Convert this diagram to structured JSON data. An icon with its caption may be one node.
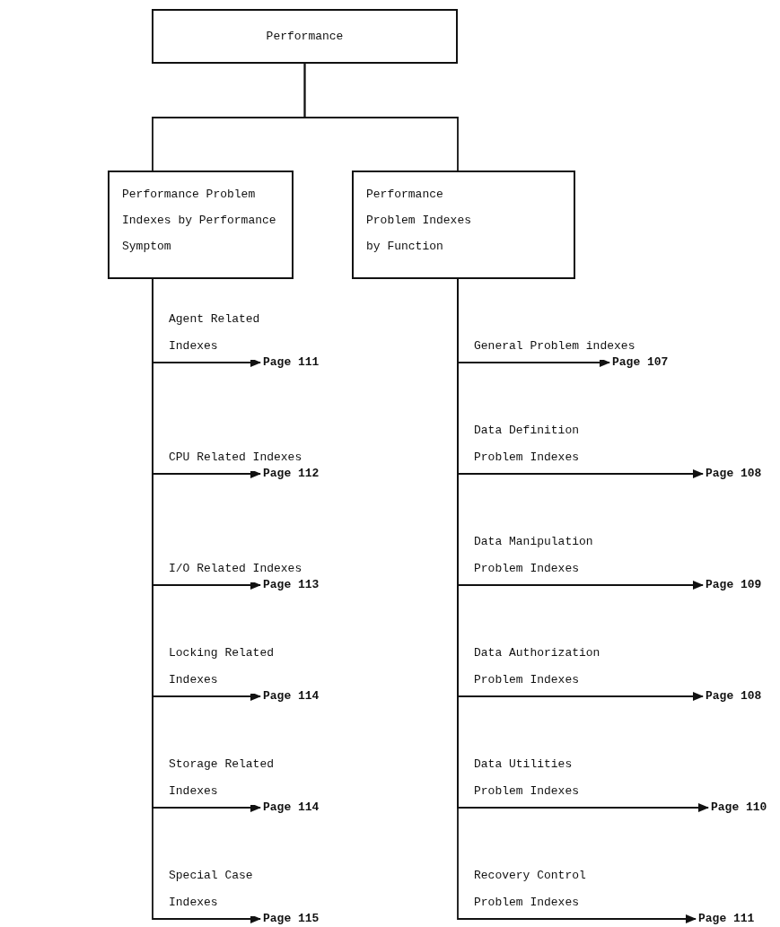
{
  "diagram": {
    "nodes": [
      {
        "text": [
          "Performance"
        ]
      },
      {
        "text": [
          "Performance Problem Indexes by Performance Symptom"
        ]
      },
      {
        "text": [
          "Performance Problem Indexes by Function"
        ]
      },
      {
        "text": [
          "Page 111"
        ]
      },
      {
        "text": [
          "Page 112"
        ]
      },
      {
        "text": [
          "Page 113"
        ]
      },
      {
        "text": [
          "Page 114"
        ]
      },
      {
        "text": [
          "Page 114"
        ]
      },
      {
        "text": [
          "Page 115"
        ]
      },
      {
        "text": [
          "Page 107"
        ]
      },
      {
        "text": [
          "Page 108"
        ]
      },
      {
        "text": [
          "Page 109"
        ]
      },
      {
        "text": [
          "Page 108"
        ]
      },
      {
        "text": [
          "Page 110"
        ]
      },
      {
        "text": [
          "Page 111"
        ]
      }
    ],
    "edges": [
      {
        "from": 0,
        "to": 1,
        "arrow": "none"
      },
      {
        "from": 0,
        "to": 2,
        "arrow": "none"
      },
      {
        "from": 1,
        "to": 3,
        "arrow": "to",
        "label": "Agent Related Indexes"
      },
      {
        "from": 1,
        "to": 4,
        "arrow": "to",
        "label": "CPU Related Indexes"
      },
      {
        "from": 1,
        "to": 5,
        "arrow": "to",
        "label": "I/O Related Indexes"
      },
      {
        "from": 1,
        "to": 6,
        "arrow": "to",
        "label": "Locking Related Indexes"
      },
      {
        "from": 1,
        "to": 7,
        "arrow": "to",
        "label": "Storage Related Indexes"
      },
      {
        "from": 1,
        "to": 8,
        "arrow": "to",
        "label": "Special Case Indexes"
      },
      {
        "from": 2,
        "to": 9,
        "arrow": "to",
        "label": "General Problem indexes"
      },
      {
        "from": 2,
        "to": 10,
        "arrow": "to",
        "label": "Data Definition Problem Indexes"
      },
      {
        "from": 2,
        "to": 11,
        "arrow": "to",
        "label": "Data Manipulation Problem Indexes"
      },
      {
        "from": 2,
        "to": 12,
        "arrow": "to",
        "label": "Data Authorization Problem Indexes"
      },
      {
        "from": 2,
        "to": 13,
        "arrow": "to",
        "label": "Data Utilities Problem Indexes"
      },
      {
        "from": 2,
        "to": 14,
        "arrow": "to",
        "label": "Recovery Control Problem Indexes"
      }
    ]
  }
}
